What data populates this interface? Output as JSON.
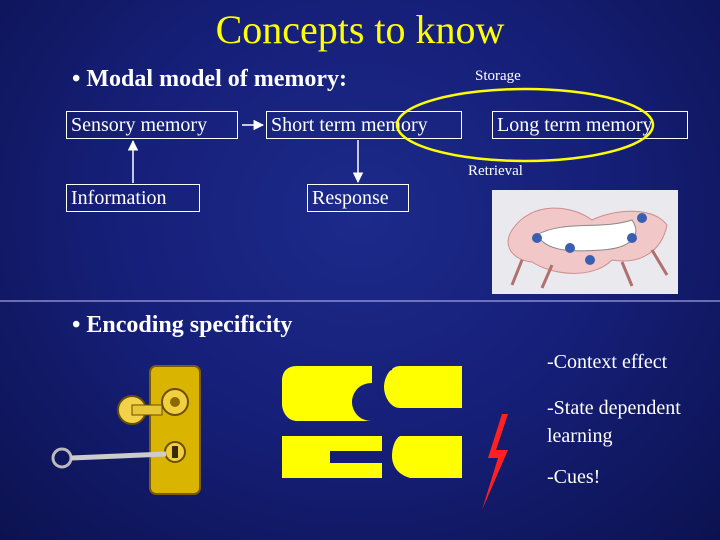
{
  "title": "Concepts to know",
  "modal_model": {
    "bullet": "• Modal model of memory:",
    "sensory": "Sensory memory",
    "short_term": "Short term memory",
    "long_term": "Long term memory",
    "storage": "Storage",
    "retrieval": "Retrieval",
    "information": "Information",
    "response": "Response"
  },
  "encoding": {
    "bullet": "• Encoding specificity",
    "effects": [
      "-Context effect",
      "-State dependent",
      "learning",
      "-Cues!"
    ]
  },
  "colors": {
    "title": "#ffff00",
    "background": "#16207a",
    "shape": "#ffff00",
    "lightning": "#ff2020"
  }
}
